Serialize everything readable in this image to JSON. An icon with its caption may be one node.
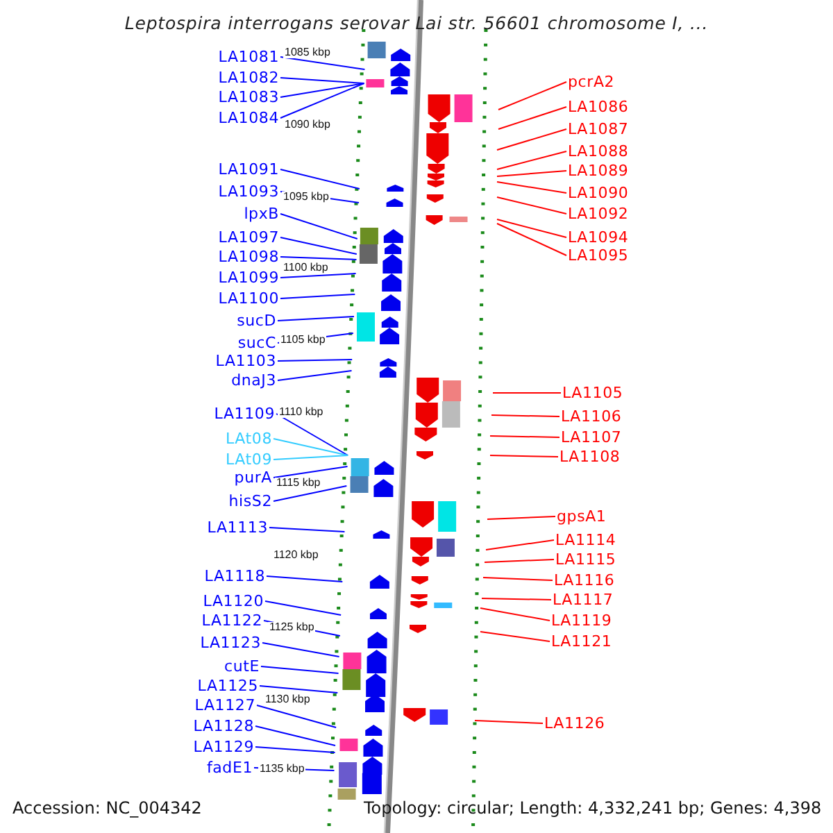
{
  "diagram": {
    "title": "Leptospira interrogans serovar Lai str. 56601 chromosome I, ...",
    "nodes": [
      {
        "text": [
          "LA1081"
        ]
      },
      {
        "text": [
          "LA1082"
        ]
      },
      {
        "text": [
          "LA1083"
        ]
      },
      {
        "text": [
          "LA1084"
        ]
      },
      {
        "text": [
          "LA1091"
        ]
      },
      {
        "text": [
          "LA1093"
        ]
      },
      {
        "text": [
          "lpxB"
        ]
      },
      {
        "text": [
          "LA1097"
        ]
      },
      {
        "text": [
          "LA1098"
        ]
      },
      {
        "text": [
          "LA1099"
        ]
      },
      {
        "text": [
          "LA1100"
        ]
      },
      {
        "text": [
          "sucD"
        ]
      },
      {
        "text": [
          "sucC"
        ]
      },
      {
        "text": [
          "LA1103"
        ]
      },
      {
        "text": [
          "dnaJ3"
        ]
      },
      {
        "text": [
          "LA1109"
        ]
      },
      {
        "text": [
          "LAt08"
        ]
      },
      {
        "text": [
          "LAt09"
        ]
      },
      {
        "text": [
          "purA"
        ]
      },
      {
        "text": [
          "hisS2"
        ]
      },
      {
        "text": [
          "LA1113"
        ]
      },
      {
        "text": [
          "LA1118"
        ]
      },
      {
        "text": [
          "LA1120"
        ]
      },
      {
        "text": [
          "LA1122"
        ]
      },
      {
        "text": [
          "LA1123"
        ]
      },
      {
        "text": [
          "cutE"
        ]
      },
      {
        "text": [
          "LA1125"
        ]
      },
      {
        "text": [
          "LA1127"
        ]
      },
      {
        "text": [
          "LA1128"
        ]
      },
      {
        "text": [
          "LA1129"
        ]
      },
      {
        "text": [
          "fadE1"
        ]
      },
      {
        "text": [
          "pcrA2"
        ]
      },
      {
        "text": [
          "LA1086"
        ]
      },
      {
        "text": [
          "LA1087"
        ]
      },
      {
        "text": [
          "LA1088"
        ]
      },
      {
        "text": [
          "LA1089"
        ]
      },
      {
        "text": [
          "LA1090"
        ]
      },
      {
        "text": [
          "LA1092"
        ]
      },
      {
        "text": [
          "LA1094"
        ]
      },
      {
        "text": [
          "LA1095"
        ]
      },
      {
        "text": [
          "LA1105"
        ]
      },
      {
        "text": [
          "LA1106"
        ]
      },
      {
        "text": [
          "LA1107"
        ]
      },
      {
        "text": [
          "LA1108"
        ]
      },
      {
        "text": [
          "gpsA1"
        ]
      },
      {
        "text": [
          "LA1114"
        ]
      },
      {
        "text": [
          "LA1115"
        ]
      },
      {
        "text": [
          "LA1116"
        ]
      },
      {
        "text": [
          "LA1117"
        ]
      },
      {
        "text": [
          "LA1119"
        ]
      },
      {
        "text": [
          "LA1121"
        ]
      },
      {
        "text": [
          "LA1126"
        ]
      }
    ],
    "edges": [
      {
        "from": 0,
        "to": null,
        "arrow": "none"
      },
      {
        "from": 1,
        "to": null,
        "arrow": "none"
      },
      {
        "from": 2,
        "to": null,
        "arrow": "none"
      },
      {
        "from": 3,
        "to": null,
        "arrow": "none"
      },
      {
        "from": 4,
        "to": null,
        "arrow": "none"
      },
      {
        "from": 5,
        "to": null,
        "arrow": "none"
      },
      {
        "from": 6,
        "to": null,
        "arrow": "none"
      },
      {
        "from": 7,
        "to": null,
        "arrow": "none"
      },
      {
        "from": 8,
        "to": null,
        "arrow": "none"
      },
      {
        "from": 9,
        "to": null,
        "arrow": "none"
      },
      {
        "from": 10,
        "to": null,
        "arrow": "none"
      },
      {
        "from": 11,
        "to": null,
        "arrow": "none"
      },
      {
        "from": 12,
        "to": null,
        "arrow": "none"
      },
      {
        "from": 13,
        "to": null,
        "arrow": "none"
      },
      {
        "from": 14,
        "to": null,
        "arrow": "none"
      },
      {
        "from": 15,
        "to": null,
        "arrow": "none"
      },
      {
        "from": 16,
        "to": null,
        "arrow": "none",
        "color": "#33ccff"
      },
      {
        "from": 17,
        "to": null,
        "arrow": "none",
        "color": "#33ccff"
      },
      {
        "from": 18,
        "to": null,
        "arrow": "none"
      },
      {
        "from": 19,
        "to": null,
        "arrow": "none"
      },
      {
        "from": 20,
        "to": null,
        "arrow": "none"
      },
      {
        "from": 21,
        "to": null,
        "arrow": "none"
      },
      {
        "from": 22,
        "to": null,
        "arrow": "none"
      },
      {
        "from": 23,
        "to": null,
        "arrow": "none"
      },
      {
        "from": 24,
        "to": null,
        "arrow": "none"
      },
      {
        "from": 25,
        "to": null,
        "arrow": "none"
      },
      {
        "from": 26,
        "to": null,
        "arrow": "none"
      },
      {
        "from": 27,
        "to": null,
        "arrow": "none"
      },
      {
        "from": 28,
        "to": null,
        "arrow": "none"
      },
      {
        "from": 29,
        "to": null,
        "arrow": "none"
      },
      {
        "from": 30,
        "to": null,
        "arrow": "none"
      },
      {
        "from": 31,
        "to": null,
        "arrow": "none",
        "color": "#ff0000"
      },
      {
        "from": 32,
        "to": null,
        "arrow": "none",
        "color": "#ff0000"
      },
      {
        "from": 33,
        "to": null,
        "arrow": "none",
        "color": "#ff0000"
      },
      {
        "from": 34,
        "to": null,
        "arrow": "none",
        "color": "#ff0000"
      },
      {
        "from": 35,
        "to": null,
        "arrow": "none",
        "color": "#ff0000"
      },
      {
        "from": 36,
        "to": null,
        "arrow": "none",
        "color": "#ff0000"
      },
      {
        "from": 37,
        "to": null,
        "arrow": "none",
        "color": "#ff0000"
      },
      {
        "from": 38,
        "to": null,
        "arrow": "none",
        "color": "#ff0000"
      },
      {
        "from": 39,
        "to": null,
        "arrow": "none",
        "color": "#ff0000"
      },
      {
        "from": 40,
        "to": null,
        "arrow": "none",
        "color": "#ff0000"
      },
      {
        "from": 41,
        "to": null,
        "arrow": "none",
        "color": "#ff0000"
      },
      {
        "from": 42,
        "to": null,
        "arrow": "none",
        "color": "#ff0000"
      },
      {
        "from": 43,
        "to": null,
        "arrow": "none",
        "color": "#ff0000"
      },
      {
        "from": 44,
        "to": null,
        "arrow": "none",
        "color": "#ff0000"
      },
      {
        "from": 45,
        "to": null,
        "arrow": "none",
        "color": "#ff0000"
      },
      {
        "from": 46,
        "to": null,
        "arrow": "none",
        "color": "#ff0000"
      },
      {
        "from": 47,
        "to": null,
        "arrow": "none",
        "color": "#ff0000"
      },
      {
        "from": 48,
        "to": null,
        "arrow": "none",
        "color": "#ff0000"
      },
      {
        "from": 49,
        "to": null,
        "arrow": "none",
        "color": "#ff0000"
      },
      {
        "from": 50,
        "to": null,
        "arrow": "none",
        "color": "#ff0000"
      },
      {
        "from": 51,
        "to": null,
        "arrow": "none",
        "color": "#ff0000"
      }
    ],
    "labels": [
      "1085 kbp",
      "1090 kbp",
      "1095 kbp",
      "1100 kbp",
      "1105 kbp",
      "1110 kbp",
      "1115 kbp",
      "1120 kbp",
      "1125 kbp",
      "1130 kbp",
      "1135 kbp",
      "Accession: NC_004342",
      "Topology: circular; Length: 4,332,241 bp; Genes: 4,398"
    ]
  }
}
